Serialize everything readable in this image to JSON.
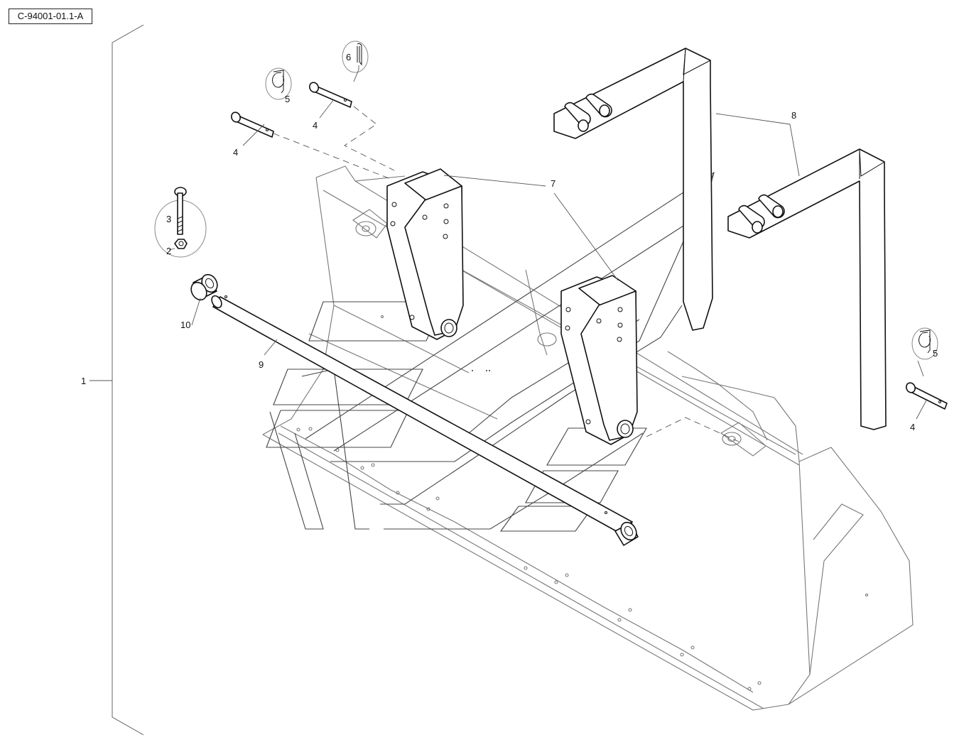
{
  "doc_id": "C-94001-01.1-A",
  "callouts": {
    "c1": "1",
    "c2": "2",
    "c3": "3",
    "c4a": "4",
    "c4b": "4",
    "c4c": "4",
    "c5a": "5",
    "c5b": "5",
    "c6": "6",
    "c7": "7",
    "c8": "8",
    "c9": "9",
    "c10": "10"
  },
  "colors": {
    "line": "#111111",
    "bucket_line": "#777777",
    "background": "#ffffff"
  }
}
